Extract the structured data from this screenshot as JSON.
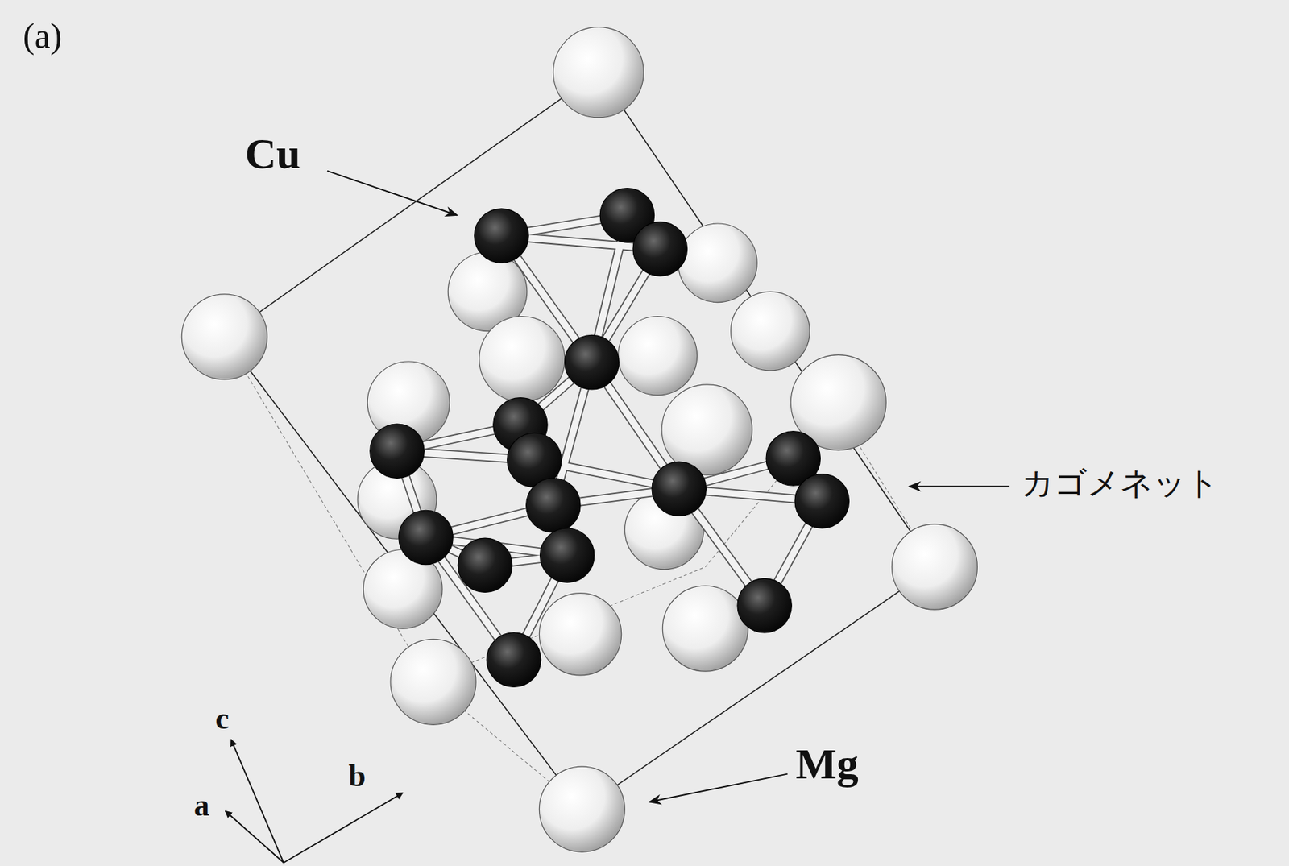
{
  "diagram": {
    "labels": [
      "(a)",
      "Cu",
      "カゴメネット",
      "Mg",
      "c",
      "a",
      "b"
    ]
  }
}
